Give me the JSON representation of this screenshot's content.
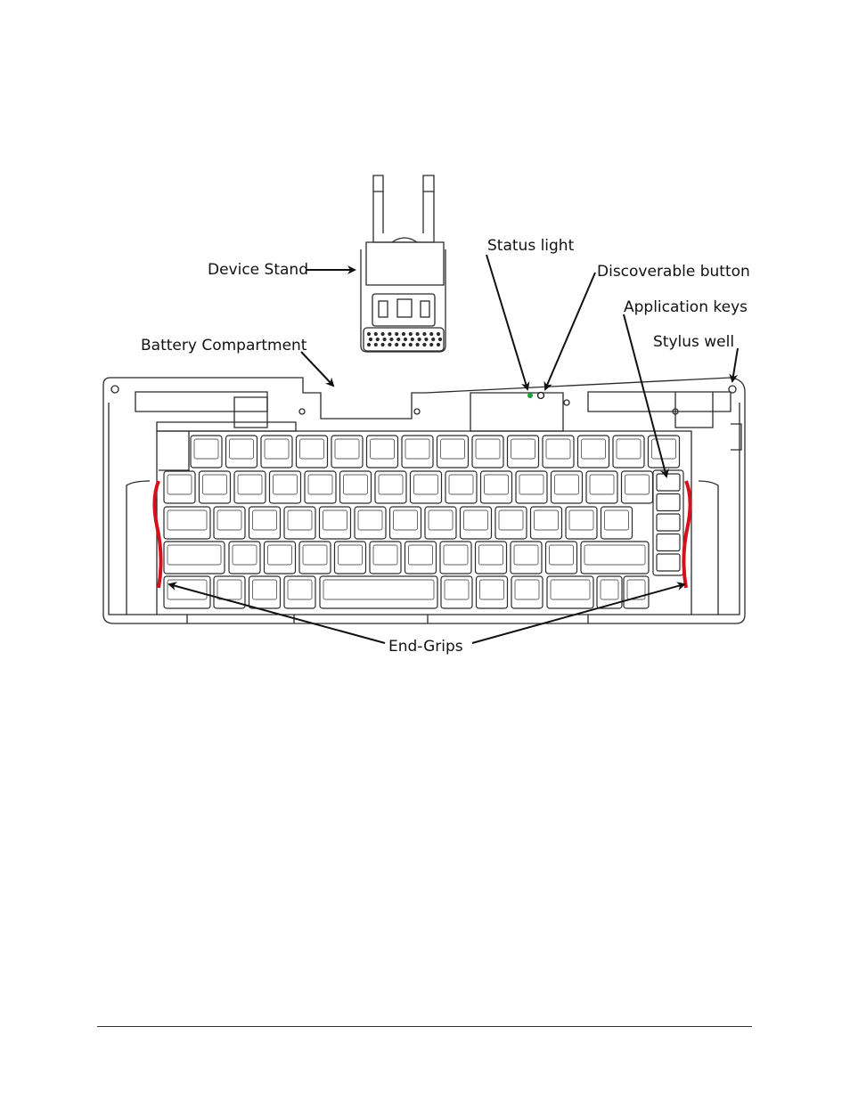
{
  "labels": {
    "device_stand": "Device Stand",
    "status_light": "Status light",
    "discoverable_button": "Discoverable button",
    "application_keys": "Application keys",
    "battery_compartment": "Battery Compartment",
    "stylus_well": "Stylus well",
    "end_grips": "End-Grips"
  },
  "colors": {
    "grip": "#d4101a",
    "status_led": "#1ea03a",
    "line": "#2b2b2b"
  }
}
